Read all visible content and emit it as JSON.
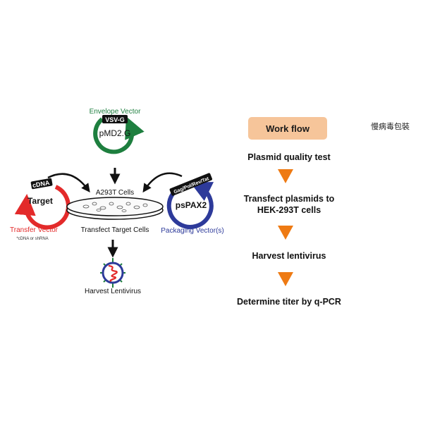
{
  "colors": {
    "green": "#1e7f3f",
    "red": "#e32a2a",
    "blue": "#2d3a9a",
    "orange_box": "#f6c59a",
    "orange_arrow": "#ee7a13",
    "black": "#111111"
  },
  "diagram": {
    "envelope_label": "Envelope Vector",
    "envelope_tag": "VSV-G",
    "envelope_plasmid": "pMD2.G",
    "cells_label": "A293T Cells",
    "transfect_label": "Transfect Target Cells",
    "transfer_tag": "cDNA",
    "transfer_plasmid": "Target",
    "transfer_label": "Transfer Vector",
    "transfer_note": "*cDNA or shRNA",
    "packaging_tag": "Gag/Pol/Rev/Tat",
    "packaging_plasmid": "psPAX2",
    "packaging_label": "Packaging Vector(s)",
    "harvest_label": "Harvest Lentivirus"
  },
  "workflow": {
    "title": "Work flow",
    "steps": [
      "Plasmid quality test",
      "Transfect plasmids to",
      "HEK-293T cells",
      "Harvest  lentivirus",
      "Determine titer by q-PCR"
    ]
  },
  "corner_label": "慢病毒包裝"
}
